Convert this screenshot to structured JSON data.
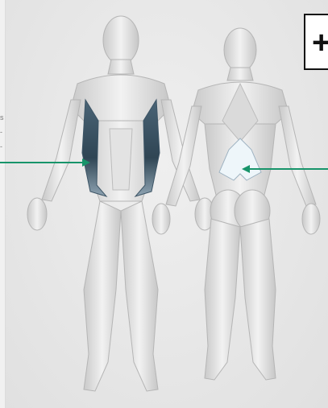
{
  "image": {
    "views": [
      "front-view",
      "back-view"
    ],
    "highlight_color": "#3d5566",
    "highlight_back_color": "#eef6fa",
    "arrow_color": "#17946a"
  },
  "add_button": {
    "label": "+"
  },
  "left_edge": {
    "glyphs": [
      "s",
      "-",
      "-"
    ]
  }
}
